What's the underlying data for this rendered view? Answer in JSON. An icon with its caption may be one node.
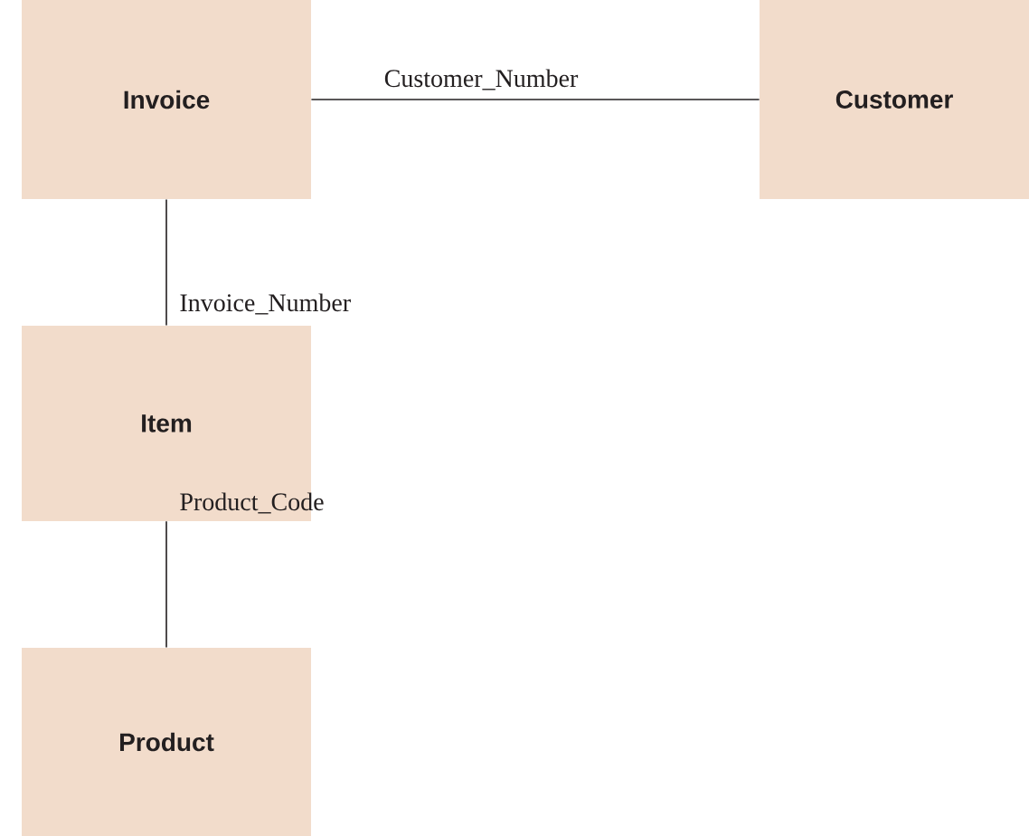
{
  "diagram": {
    "nodes": [
      {
        "text": [
          "Invoice"
        ]
      },
      {
        "text": [
          "Customer"
        ]
      },
      {
        "text": [
          "Item"
        ]
      },
      {
        "text": [
          "Product"
        ]
      }
    ],
    "edges": [
      {
        "from": 0,
        "to": 1,
        "arrow": "none",
        "label": "Customer_Number"
      },
      {
        "from": 0,
        "to": 2,
        "arrow": "none",
        "label": "Invoice_Number"
      },
      {
        "from": 2,
        "to": 3,
        "arrow": "none",
        "label": "Product_Code"
      }
    ]
  }
}
